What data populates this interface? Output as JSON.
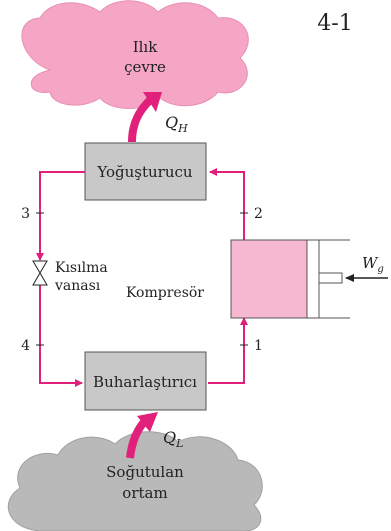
{
  "figure_number": "4-1",
  "warm_environment": {
    "line1": "Ilık",
    "line2": "çevre"
  },
  "heat_high": {
    "symbol": "Q",
    "subscript": "H"
  },
  "condenser": {
    "label": "Yoğuşturucu"
  },
  "state_labels": {
    "s1": "1",
    "s2": "2",
    "s3": "3",
    "s4": "4"
  },
  "throttle_valve": {
    "line1": "Kısılma",
    "line2": "vanası"
  },
  "compressor": {
    "label": "Kompresör"
  },
  "work_input": {
    "symbol": "W",
    "subscript": "g"
  },
  "evaporator": {
    "label": "Buharlaştırıcı"
  },
  "heat_low": {
    "symbol": "Q",
    "subscript": "L"
  },
  "cold_environment": {
    "line1": "Soğutulan",
    "line2": "ortam"
  },
  "colors": {
    "refrigerant_line": "#e0207a",
    "heat_arrow": "#e0207a",
    "warm_cloud": "#f4a6c4",
    "cold_cloud": "#b9b9b9",
    "component_fill": "#c8c8c8",
    "compressor_fill": "#f6b7d0"
  }
}
